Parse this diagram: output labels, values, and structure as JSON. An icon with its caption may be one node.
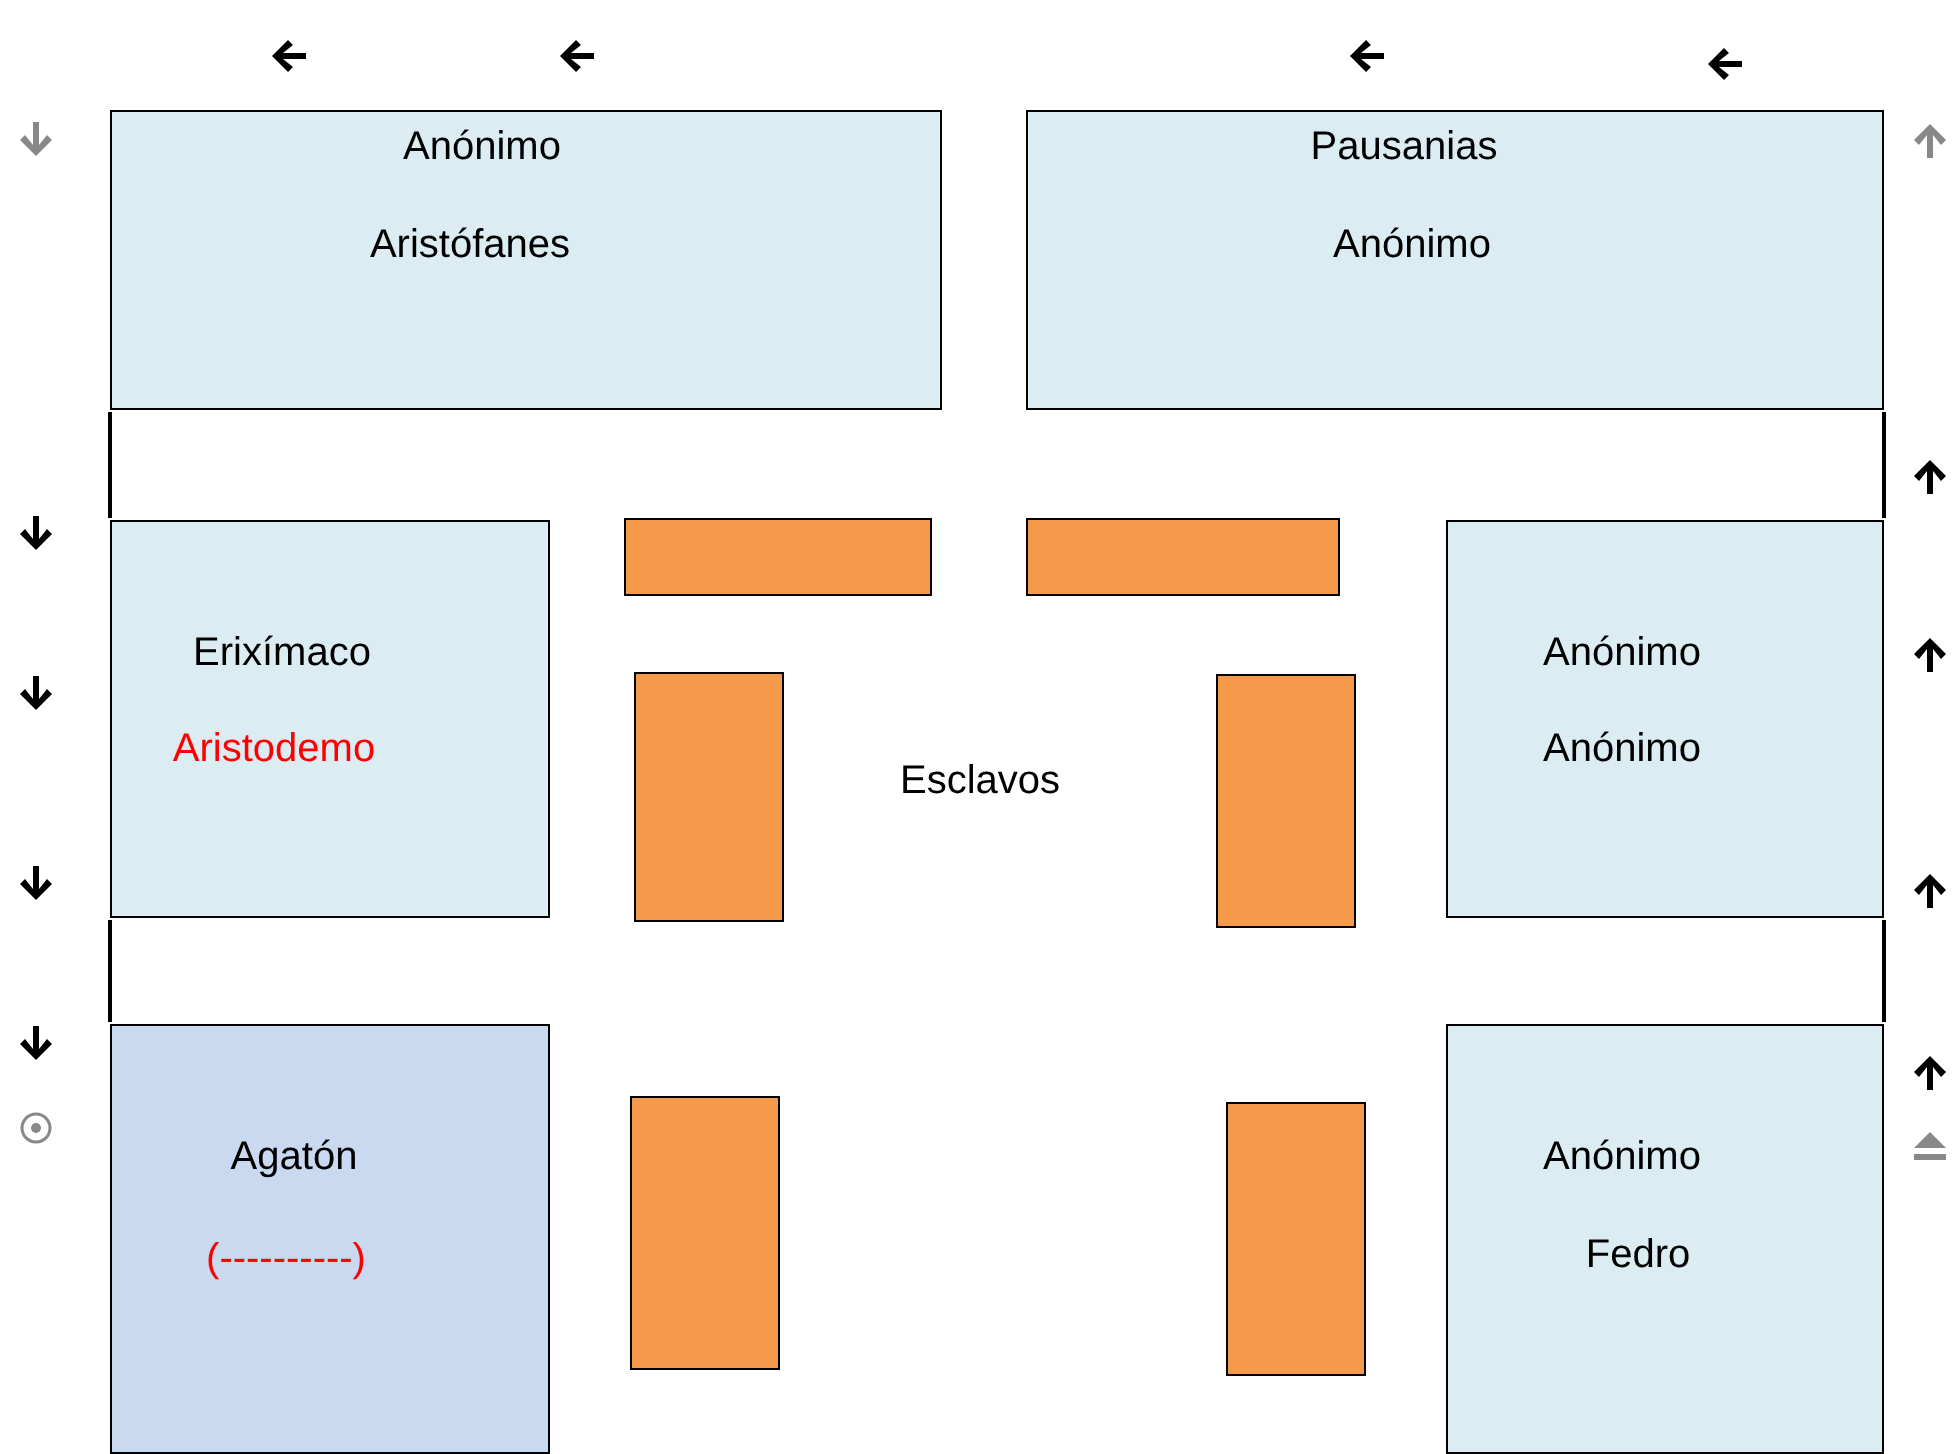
{
  "diagram": {
    "nodes": [
      {
        "text": [
          "Anónimo",
          "Aristófanes"
        ]
      },
      {
        "text": [
          "Pausanias",
          "Anónimo"
        ]
      },
      {
        "text": [
          "Erixímaco",
          "Aristodemo"
        ]
      },
      {
        "text": [
          "Agatón",
          "(----------)"
        ]
      },
      {
        "text": [
          "Anónimo",
          "Anónimo"
        ]
      },
      {
        "text": [
          "Anónimo",
          "Fedro"
        ]
      },
      {
        "text": [],
        "shape": "box"
      },
      {
        "text": [],
        "shape": "box"
      },
      {
        "text": [],
        "shape": "box"
      },
      {
        "text": [],
        "shape": "box"
      },
      {
        "text": [],
        "shape": "box"
      },
      {
        "text": [],
        "shape": "box"
      }
    ],
    "labels": [
      "Esclavos"
    ]
  }
}
